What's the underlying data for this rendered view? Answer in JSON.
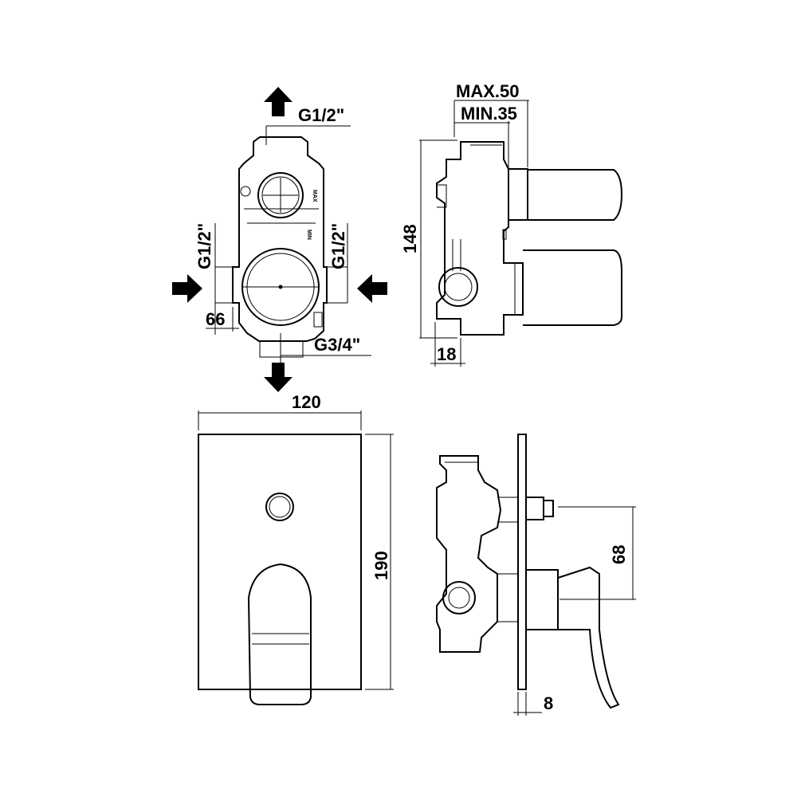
{
  "top_view": {
    "outlet_top": "G1/2\"",
    "inlet_left": "G1/2\"",
    "inlet_right": "G1/2\"",
    "outlet_bottom": "G3/4\"",
    "dim_66": "66",
    "body_label_max": "MAX",
    "body_label_min": "MIN"
  },
  "side_view": {
    "max_depth": "MAX.50",
    "min_depth": "MIN.35",
    "height": "148",
    "offset": "18"
  },
  "front_view": {
    "width": "120",
    "height": "190"
  },
  "side_assembly": {
    "handle_offset": "68",
    "plate_thickness": "8"
  },
  "icons": [
    "arrow-up-icon",
    "arrow-down-icon",
    "arrow-right-icon",
    "arrow-left-icon"
  ]
}
